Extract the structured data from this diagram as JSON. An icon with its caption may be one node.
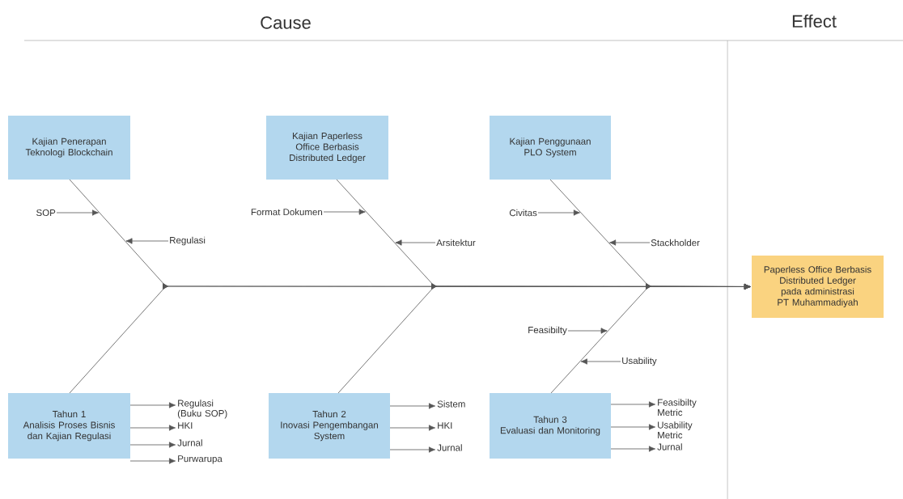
{
  "diagram": {
    "nodes": [
      {
        "text": [
          "Kajian Penerapan Teknologi Blockchain"
        ]
      },
      {
        "text": [
          "Kajian Paperless Office Berbasis Distributed Ledger"
        ]
      },
      {
        "text": [
          "Kajian Penggunaan PLO System"
        ]
      },
      {
        "text": [
          "Tahun 1",
          "Analisis Proses Bisnis dan Kajian Regulasi"
        ]
      },
      {
        "text": [
          "Tahun 2",
          "Inovasi Pengembangan System"
        ]
      },
      {
        "text": [
          "Tahun 3",
          "Evaluasi dan Monitoring"
        ]
      },
      {
        "text": [
          "Paperless Office Berbasis Distributed Ledger pada administrasi PT Muhammadiyah"
        ]
      },
      {
        "text": [
          "SOP"
        ]
      },
      {
        "text": [
          "Regulasi"
        ]
      },
      {
        "text": [
          "Format Dokumen"
        ]
      },
      {
        "text": [
          "Arsitektur"
        ]
      },
      {
        "text": [
          "Civitas"
        ]
      },
      {
        "text": [
          "Stackholder"
        ]
      },
      {
        "text": [
          "Feasibilty"
        ]
      },
      {
        "text": [
          "Usability"
        ]
      },
      {
        "text": [
          "Regulasi (Buku SOP)"
        ]
      },
      {
        "text": [
          "HKI"
        ]
      },
      {
        "text": [
          "Jurnal"
        ]
      },
      {
        "text": [
          "Purwarupa"
        ]
      },
      {
        "text": [
          "Sistem"
        ]
      },
      {
        "text": [
          "HKI"
        ]
      },
      {
        "text": [
          "Jurnal"
        ]
      },
      {
        "text": [
          "Feasibilty Metric"
        ]
      },
      {
        "text": [
          "Usability Metric"
        ]
      },
      {
        "text": [
          "Jurnal"
        ]
      }
    ],
    "edges": [
      {
        "from": 0,
        "to": 6,
        "arrow": "to"
      },
      {
        "from": 1,
        "to": 6,
        "arrow": "to"
      },
      {
        "from": 2,
        "to": 6,
        "arrow": "to"
      },
      {
        "from": 3,
        "to": 6,
        "arrow": "to"
      },
      {
        "from": 4,
        "to": 6,
        "arrow": "to"
      },
      {
        "from": 5,
        "to": 6,
        "arrow": "to"
      },
      {
        "from": 7,
        "to": null,
        "arrow": "to"
      },
      {
        "from": 8,
        "to": null,
        "arrow": "to"
      },
      {
        "from": 9,
        "to": null,
        "arrow": "to"
      },
      {
        "from": 10,
        "to": null,
        "arrow": "to"
      },
      {
        "from": 11,
        "to": null,
        "arrow": "to"
      },
      {
        "from": 12,
        "to": null,
        "arrow": "to"
      },
      {
        "from": 13,
        "to": null,
        "arrow": "to"
      },
      {
        "from": 14,
        "to": null,
        "arrow": "to"
      },
      {
        "from": 3,
        "to": 15,
        "arrow": "to"
      },
      {
        "from": 3,
        "to": 16,
        "arrow": "to"
      },
      {
        "from": 3,
        "to": 17,
        "arrow": "to"
      },
      {
        "from": 3,
        "to": 18,
        "arrow": "to"
      },
      {
        "from": 4,
        "to": 19,
        "arrow": "to"
      },
      {
        "from": 4,
        "to": 20,
        "arrow": "to"
      },
      {
        "from": 4,
        "to": 21,
        "arrow": "to"
      },
      {
        "from": 5,
        "to": 22,
        "arrow": "to"
      },
      {
        "from": 5,
        "to": 23,
        "arrow": "to"
      },
      {
        "from": 5,
        "to": 24,
        "arrow": "to"
      }
    ],
    "labels": [
      "Cause",
      "Effect"
    ]
  }
}
